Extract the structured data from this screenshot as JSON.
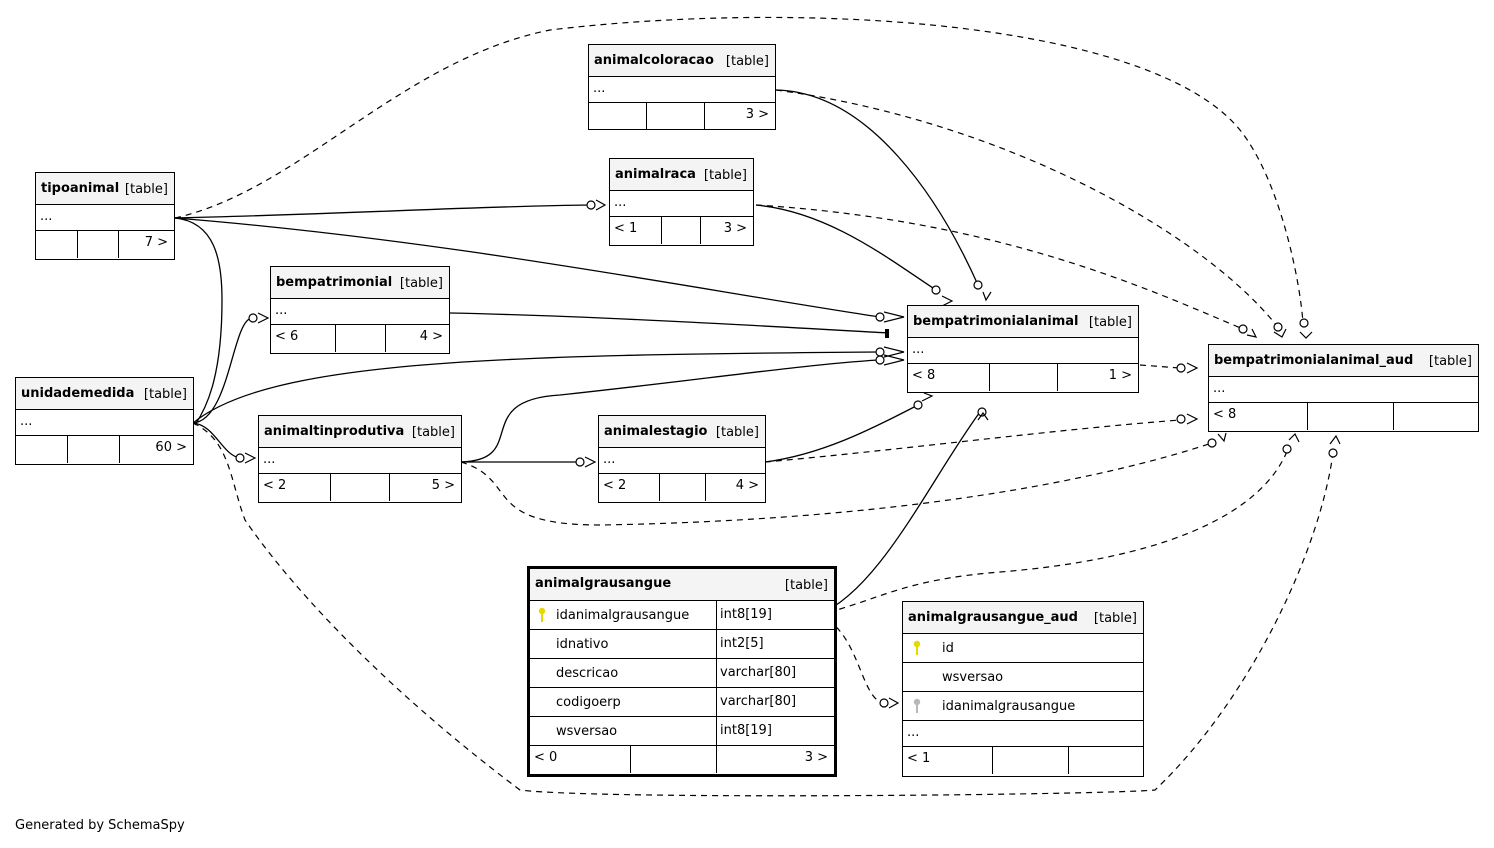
{
  "generated_by": "Generated by SchemaSpy",
  "table_type": "[table]",
  "ellipsis": "...",
  "colors": {
    "key_primary": "#e6d800",
    "key_foreign": "#b8b8b8",
    "header_bg": "#f4f4f4"
  },
  "tables": {
    "animalcoloracao": {
      "name": "animalcoloracao",
      "parents": "",
      "children": "3 >"
    },
    "animalraca": {
      "name": "animalraca",
      "parents": "< 1",
      "children": "3 >"
    },
    "tipoanimal": {
      "name": "tipoanimal",
      "parents": "",
      "children": "7 >"
    },
    "bempatrimonial": {
      "name": "bempatrimonial",
      "parents": "< 6",
      "children": "4 >"
    },
    "unidademedida": {
      "name": "unidademedida",
      "parents": "",
      "children": "60 >"
    },
    "animaltinprodutiva": {
      "name": "animaltinprodutiva",
      "parents": "< 2",
      "children": "5 >"
    },
    "animalestagio": {
      "name": "animalestagio",
      "parents": "< 2",
      "children": "4 >"
    },
    "bempatrimonialanimal": {
      "name": "bempatrimonialanimal",
      "parents": "< 8",
      "children": "1 >"
    },
    "bempatrimonialanimal_aud": {
      "name": "bempatrimonialanimal_aud",
      "parents": "< 8",
      "children": ""
    },
    "animalgrausangue": {
      "name": "animalgrausangue",
      "parents": "< 0",
      "children": "3 >",
      "columns": [
        {
          "name": "idanimalgrausangue",
          "type": "int8[19]",
          "key": "primary-key-icon"
        },
        {
          "name": "idnativo",
          "type": "int2[5]"
        },
        {
          "name": "descricao",
          "type": "varchar[80]"
        },
        {
          "name": "codigoerp",
          "type": "varchar[80]"
        },
        {
          "name": "wsversao",
          "type": "int8[19]"
        }
      ]
    },
    "animalgrausangue_aud": {
      "name": "animalgrausangue_aud",
      "parents": "< 1",
      "children": "",
      "columns": [
        {
          "name": "id",
          "key": "primary-key-icon"
        },
        {
          "name": "wsversao"
        },
        {
          "name": "idanimalgrausangue",
          "key": "foreign-key-icon"
        }
      ]
    }
  }
}
